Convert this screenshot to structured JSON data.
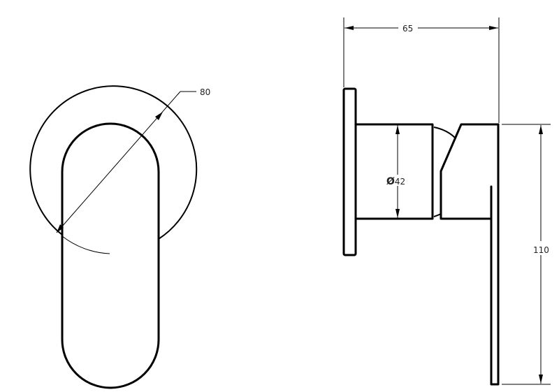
{
  "drawing": {
    "front_view": {
      "diameter_label": "80"
    },
    "side_view": {
      "depth_label": "65",
      "body_diameter_label": "42",
      "body_diameter_symbol": "Ø",
      "height_label": "110"
    },
    "line_color": "#000000",
    "background": "#ffffff"
  }
}
